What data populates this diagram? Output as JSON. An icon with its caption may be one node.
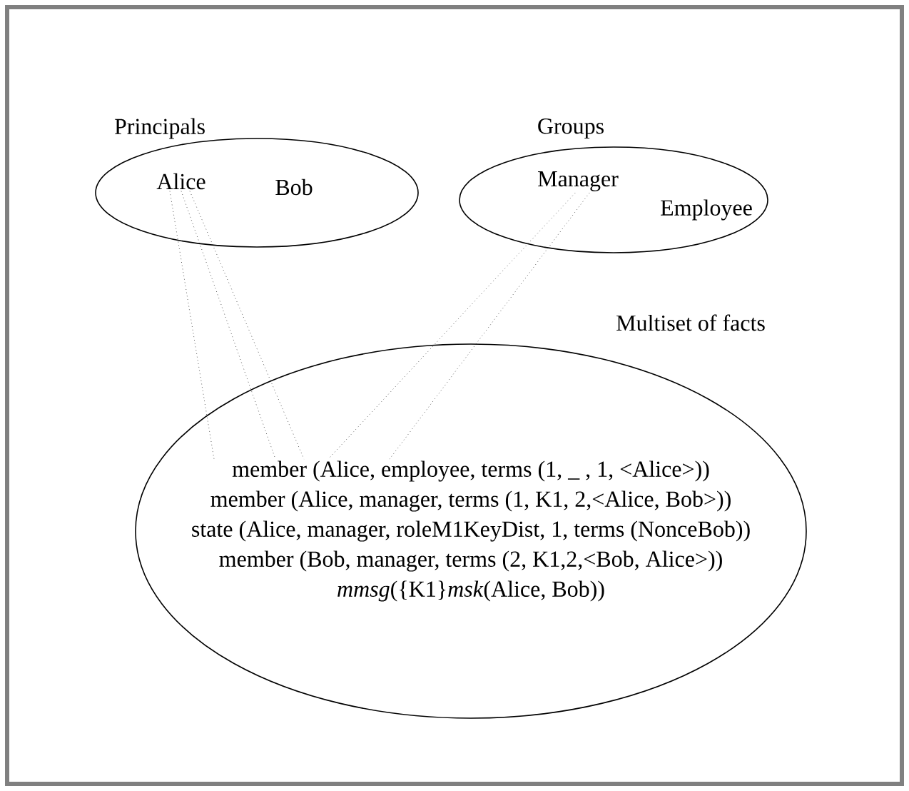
{
  "diagram": {
    "nodes": [
      {
        "text": [
          "Principals"
        ]
      },
      {
        "text": [
          "Alice"
        ],
        "in": 0
      },
      {
        "text": [
          "Bob"
        ],
        "in": 0
      },
      {
        "text": [
          "Groups"
        ]
      },
      {
        "text": [
          "Manager"
        ],
        "in": 3
      },
      {
        "text": [
          "Employee"
        ],
        "in": 3
      },
      {
        "text": [
          "Multiset of facts"
        ]
      },
      {
        "text": [
          "member (Alice, employee, terms (1, _ , 1, <Alice>))",
          "member (Alice, manager, terms (1, K1, 2,<Alice, Bob>))",
          "state (Alice, manager, roleM1KeyDist, 1, terms (NonceBob))",
          "member (Bob, manager, terms (2, K1,2,<Bob, Alice>))",
          "*mmsg*({K1}*msk*(Alice, Bob))"
        ],
        "in": 6
      }
    ],
    "edges": [
      {
        "from": 1,
        "to": 7,
        "arrow": "none"
      },
      {
        "from": 1,
        "to": 7,
        "arrow": "none"
      },
      {
        "from": 1,
        "to": 7,
        "arrow": "none"
      },
      {
        "from": 4,
        "to": 7,
        "arrow": "none"
      },
      {
        "from": 4,
        "to": 7,
        "arrow": "none"
      }
    ]
  }
}
